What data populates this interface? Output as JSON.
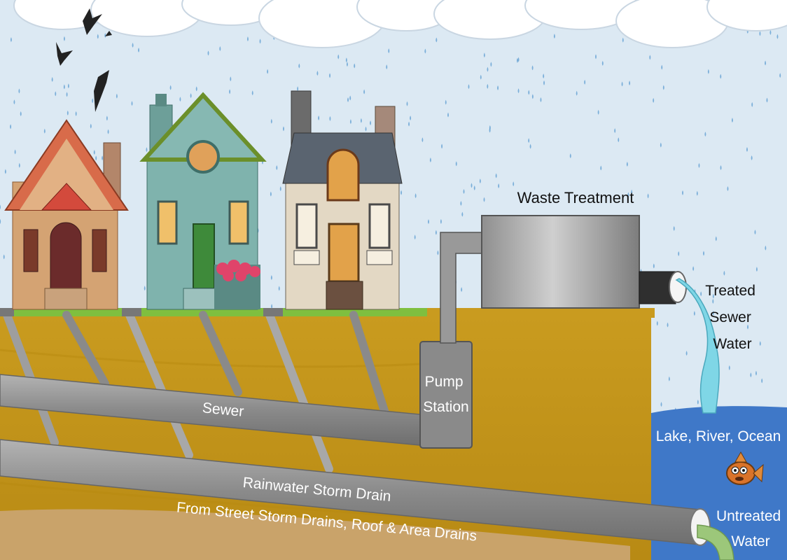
{
  "labels": {
    "waste_treatment": "Waste Treatment",
    "treated": [
      "Treated",
      "Sewer",
      "Water"
    ],
    "pump": [
      "Pump",
      "Station"
    ],
    "sewer": "Sewer",
    "lake": "Lake, River, Ocean",
    "storm_drain": "Rainwater Storm Drain",
    "from_drains": "From Street Storm Drains, Roof & Area Drains",
    "untreated": [
      "Untreated",
      "Water"
    ]
  },
  "colors": {
    "sky": "#dce9f3",
    "rain": "#5b9bd0",
    "soil": "#c99b1f",
    "soil_dark": "#b88a14",
    "sand": "#c9a36a",
    "grass": "#7fbf3f",
    "pipe": "#8a8a8a",
    "pipe_light": "#a9a9a9",
    "water": "#3f78c8",
    "treated_water": "#7fd6e6",
    "untreated_water": "#9cc77a"
  },
  "icons": [
    "cloud-icon",
    "bird-icon",
    "house-icon",
    "fish-icon"
  ]
}
